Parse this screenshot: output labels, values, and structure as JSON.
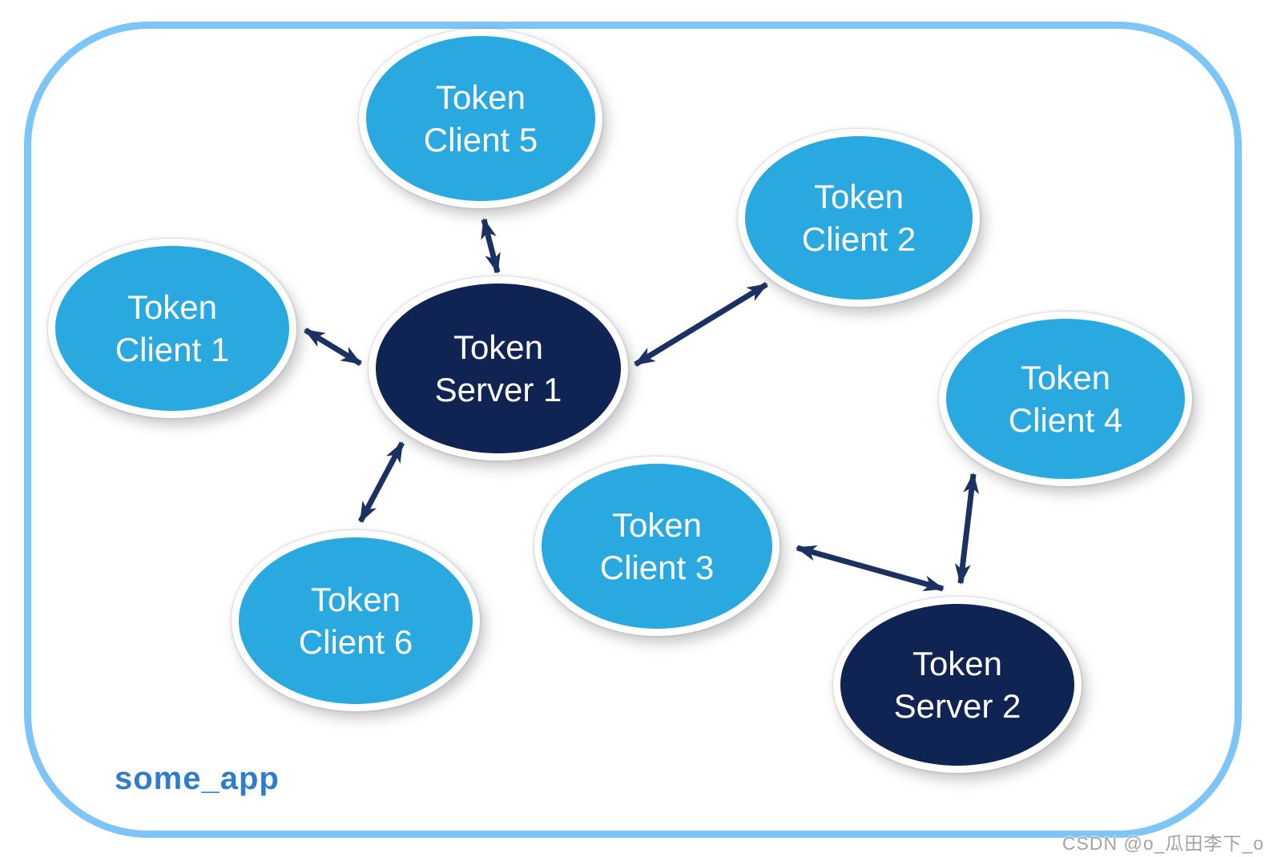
{
  "diagram": {
    "app_label": "some_app",
    "watermark": "CSDN @o_瓜田李下_o",
    "colors": {
      "client_fill": "#2aa9e1",
      "server_fill": "#102453",
      "arrow": "#1b3161",
      "frame_border": "#7cc5f6",
      "node_text": "#ffffff",
      "app_label_text": "#2e7ccb",
      "watermark_text": "#a3a3a3"
    },
    "nodes": [
      {
        "id": "token-client-5",
        "type": "client",
        "label": "Token\nClient 5"
      },
      {
        "id": "token-client-1",
        "type": "client",
        "label": "Token\nClient 1"
      },
      {
        "id": "token-client-2",
        "type": "client",
        "label": "Token\nClient 2"
      },
      {
        "id": "token-server-1",
        "type": "server",
        "label": "Token\nServer 1"
      },
      {
        "id": "token-client-4",
        "type": "client",
        "label": "Token\nClient 4"
      },
      {
        "id": "token-client-3",
        "type": "client",
        "label": "Token\nClient 3"
      },
      {
        "id": "token-client-6",
        "type": "client",
        "label": "Token\nClient 6"
      },
      {
        "id": "token-server-2",
        "type": "server",
        "label": "Token\nServer 2"
      }
    ],
    "edges": [
      {
        "from": "Token Server 1",
        "to": "Token Client 5",
        "bidirectional": true
      },
      {
        "from": "Token Server 1",
        "to": "Token Client 1",
        "bidirectional": true
      },
      {
        "from": "Token Server 1",
        "to": "Token Client 2",
        "bidirectional": true
      },
      {
        "from": "Token Server 1",
        "to": "Token Client 6",
        "bidirectional": true
      },
      {
        "from": "Token Server 2",
        "to": "Token Client 3",
        "bidirectional": true
      },
      {
        "from": "Token Server 2",
        "to": "Token Client 4",
        "bidirectional": true
      }
    ]
  }
}
